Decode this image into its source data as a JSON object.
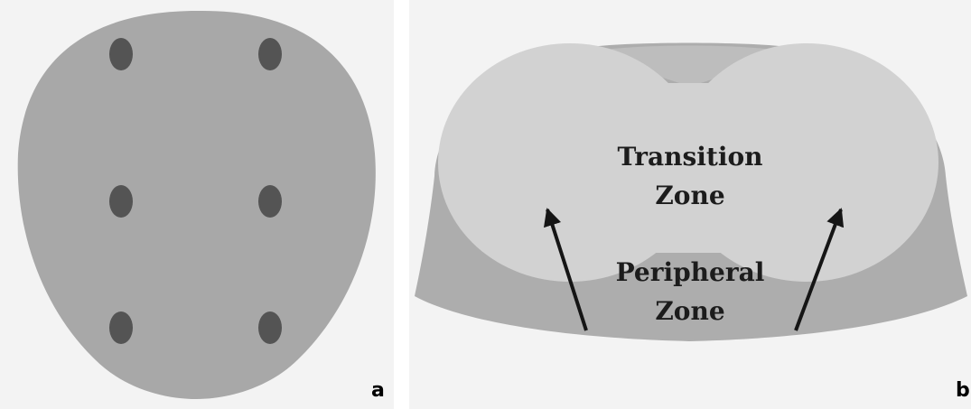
{
  "panel_a": {
    "label": "a",
    "colors": {
      "background": "#f3f3f3",
      "gland": "#a8a8a8",
      "core": "#545454"
    },
    "biopsy_core_count": 6
  },
  "panel_b": {
    "label": "b",
    "colors": {
      "background": "#f3f3f3",
      "peripheral_zone": "#adadad",
      "transition_zone": "#d2d2d2",
      "anterior_notch": "#bdbdbd",
      "arrow": "#151515"
    },
    "zones": {
      "transition": {
        "line1": "Transition",
        "line2": "Zone"
      },
      "peripheral": {
        "line1": "Peripheral",
        "line2": "Zone"
      }
    }
  }
}
